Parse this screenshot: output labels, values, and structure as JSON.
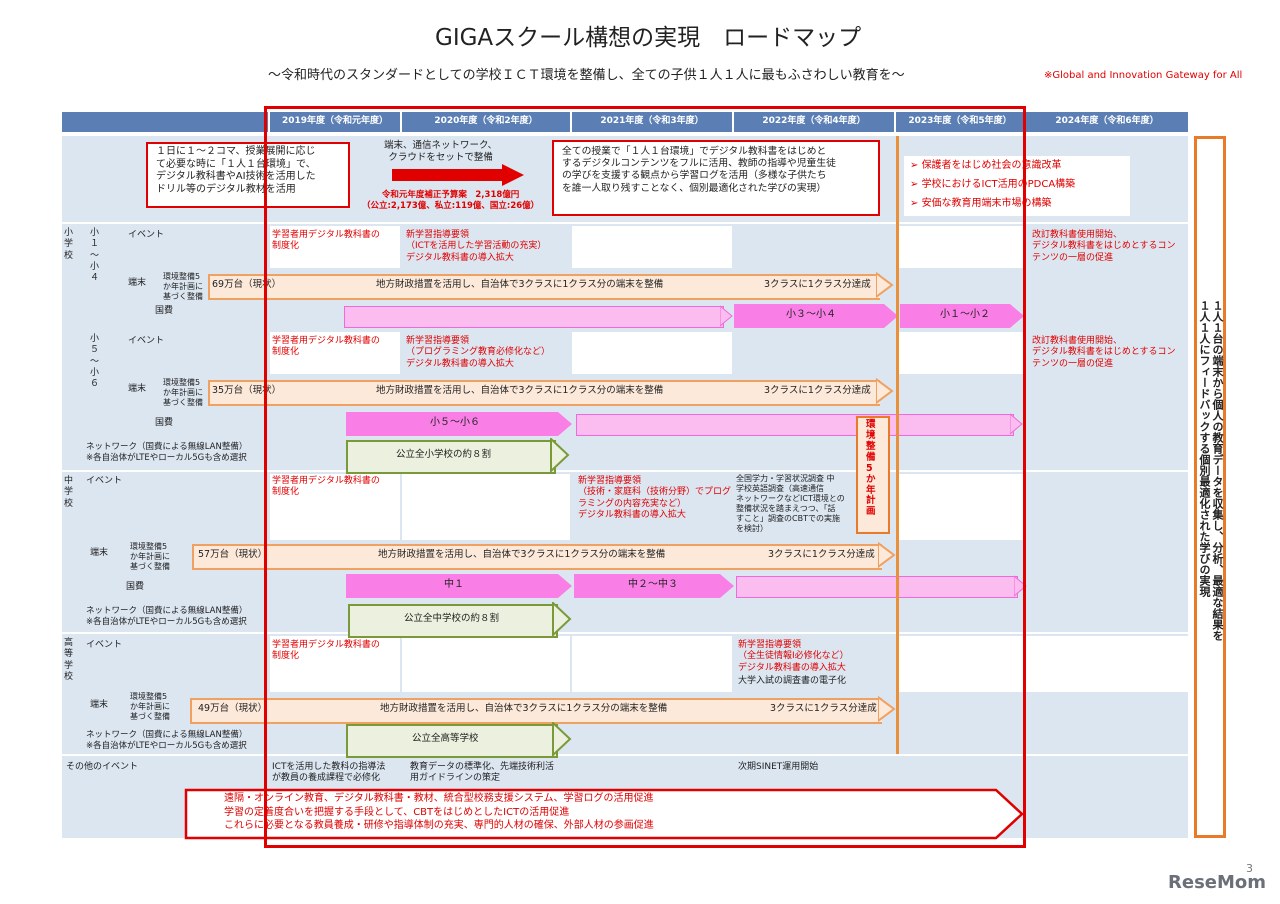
{
  "title": "GIGAスクール構想の実現　ロードマップ",
  "subtitle": "～令和時代のスタンダードとしての学校ＩＣＴ環境を整備し、全ての子供１人１人に最もふさわしい教育を～",
  "giga_note": "※Global and Innovation Gateway for All",
  "years": [
    "2019年度（令和元年度）",
    "2020年度（令和2年度）",
    "2021年度（令和3年度）",
    "2022年度（令和4年度）",
    "2023年度（令和5年度）",
    "2024年度（令和6年度）"
  ],
  "top": {
    "box1": "１日に１～２コマ、授業展開に応じ\nて必要な時に「１人１台環境」で、\nデジタル教科書やAI技術を活用した\nドリル等のデジタル教材を活用",
    "arrow_text": "端末、通信ネットワーク、\nクラウドをセットで整備",
    "budget": "令和元年度補正予算案　2,318億円\n（公立:2,173億、私立:119億、国立:26億）",
    "box2": "全ての授業で「１人１台環境」でデジタル教科書をはじめと\nするデジタルコンテンツをフルに活用、教師の指導や児童生徒\nの学びを支援する観点から学習ログを活用（多様な子供たち\nを誰一人取り残すことなく、個別最適化された学びの実現）",
    "bullets": [
      "保護者をはじめ社会の意識改革",
      "学校におけるICT活用のPDCA構築",
      "安価な教育用端末市場の構築"
    ]
  },
  "labels": {
    "elem": "小\n学\n校",
    "elem14": "小\n１\n～\n小\n４",
    "elem56": "小\n５\n～\n小\n６",
    "junior": "中\n学\n校",
    "high": "高\n等\n学\n校",
    "event": "イベント",
    "device": "端末",
    "kokuhi": "国費",
    "plan": "環境整備5\nか年計画に\n基づく整備",
    "network": "ネットワーク（国費による無線LAN整備）\n※各自治体がLTEやローカル5Gも含め選択",
    "other": "その他のイベント"
  },
  "events": {
    "dt": "学習者用デジタル教科書の\n制度化",
    "e14_2020": "新学習指導要領\n（ICTを活用した学習活動の充実）\nデジタル教科書の導入拡大",
    "e56_2020": "新学習指導要領\n（プログラミング教育必修化など）\nデジタル教科書の導入拡大",
    "revise": "改訂教科書使用開始、\nデジタル教科書をはじめとするコン\nテンツの一層の促進",
    "j2021": "新学習指導要領\n（技術・家庭科（技術分野）でプログ\nラミングの内容充実など）\nデジタル教科書の導入拡大",
    "j2022": "全国学力・学習状況調査 中\n学校英語調査（高速通信\nネットワークなどICT環境との\n整備状況を踏まえつつ、「話\nすこと」調査のCBTでの実施\nを検討）",
    "h2022": "新学習指導要領\n（全生徒情報Ⅰ必修化など）\nデジタル教科書の導入拡大",
    "h2022b": "大学入試の調査書の電子化",
    "o2019": "ICTを活用した教科の指導法\nが教員の養成課程で必修化",
    "o2020": "教育データの標準化、先端技術利活\n用ガイドラインの策定",
    "o2022": "次期SINET運用開始"
  },
  "devices": {
    "e14_now": "69万台（現状）",
    "e56_now": "35万台（現状）",
    "j_now": "57万台（現状）",
    "h_now": "49万台（現状）",
    "local": "地方財政措置を活用し、自治体で3クラスに1クラス分の端末を整備",
    "achieve": "3クラスに1クラス分達成"
  },
  "kokuhi": {
    "s34": "小３～小４",
    "s12": "小１～小２",
    "s56": "小５～小６",
    "c1": "中１",
    "c23": "中２～中３"
  },
  "network": {
    "elem": "公立全小学校の約８割",
    "junior": "公立全中学校の約８割",
    "high": "公立全高等学校"
  },
  "kankyo": "環\n境\n整\n備\n5\nか\n年\n計\n画",
  "side": "１人１台の端末から個人の教育データを収集し、分析、最適な結果を\n１人１人にフィードバックする個別最適化された学びの実現",
  "bottom": "遠隔・オンライン教育、デジタル教科書・教材、統合型校務支援システム、学習ログの活用促進\n学習の定着度合いを把握する手段として、CBTをはじめとしたICTの活用促進\nこれらに必要となる教員養成・研修や指導体制の充実、専門的人材の確保、外部人材の参画促進",
  "page_number": "3",
  "logo": "ReseMom"
}
